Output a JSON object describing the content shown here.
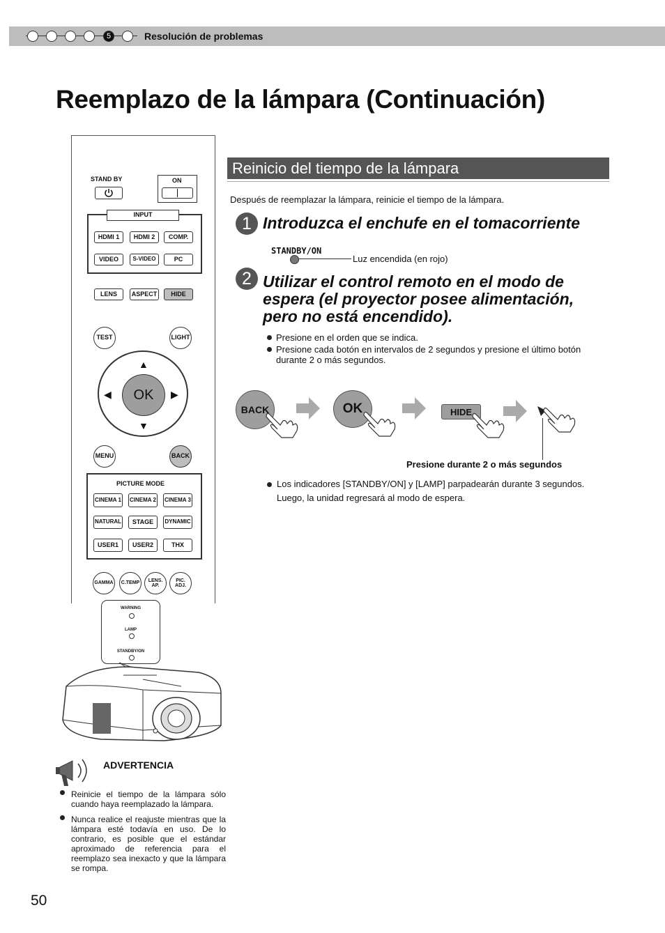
{
  "header": {
    "chapter_number": "5",
    "section": "Resolución de problemas"
  },
  "page_title": "Reemplazo de la lámpara (Continuación)",
  "remote": {
    "standby_label": "STAND BY",
    "on_label": "ON",
    "input_label": "INPUT",
    "input_buttons": [
      "HDMI 1",
      "HDMI 2",
      "COMP.",
      "VIDEO",
      "S-VIDEO",
      "PC"
    ],
    "lens": "LENS",
    "aspect": "ASPECT",
    "hide": "HIDE",
    "test": "TEST",
    "light": "LIGHT",
    "ok": "OK",
    "menu": "MENU",
    "back": "BACK",
    "picture_mode_label": "PICTURE MODE",
    "picture_buttons": [
      "CINEMA 1",
      "CINEMA 2",
      "CINEMA 3",
      "NATURAL",
      "STAGE",
      "DYNAMIC",
      "USER1",
      "USER2",
      "THX"
    ],
    "bottom_buttons": [
      "GAMMA",
      "C.TEMP",
      "LENS. AP.",
      "PIC. ADJ."
    ]
  },
  "indicators": {
    "warning": "WARNING",
    "lamp": "LAMP",
    "standby_on": "STANDBY/ON"
  },
  "warning_box": {
    "title": "ADVERTENCIA",
    "items": [
      "Reinicie el tiempo de la lámpara sólo cuando haya reemplazado la lámpara.",
      "Nunca realice el reajuste mientras que la lámpara esté todavía en uso. De lo contrario, es posible que el estándar aproximado de referencia para el reemplazo sea inexacto y que la lámpara se rompa."
    ]
  },
  "section": {
    "heading": "Reinicio del tiempo de la lámpara",
    "intro": "Después de reemplazar la lámpara, reinicie el tiempo de la lámpara.",
    "step1": {
      "number": "1",
      "title": "Introduzca el enchufe en el tomacorriente",
      "indicator_label": "STANDBY/ON",
      "indicator_caption": "Luz encendida (en rojo)"
    },
    "step2": {
      "number": "2",
      "title_lines": [
        "Utilizar el control remoto en el modo de",
        "espera (el proyector posee alimentación,",
        "pero no está encendido)."
      ],
      "bullets": [
        "Presione en el orden que se indica.",
        "Presione cada botón en intervalos de 2 segundos y presione el último botón",
        "durante 2 o más segundos."
      ],
      "sequence": [
        "BACK",
        "OK",
        "HIDE"
      ],
      "hold_caption": "Presione durante 2 o más segundos",
      "note_lines": [
        "Los indicadores [STANDBY/ON] y [LAMP] parpadearán durante 3 segundos.",
        "Luego, la unidad regresará al modo de espera."
      ]
    }
  },
  "page_number": "50"
}
